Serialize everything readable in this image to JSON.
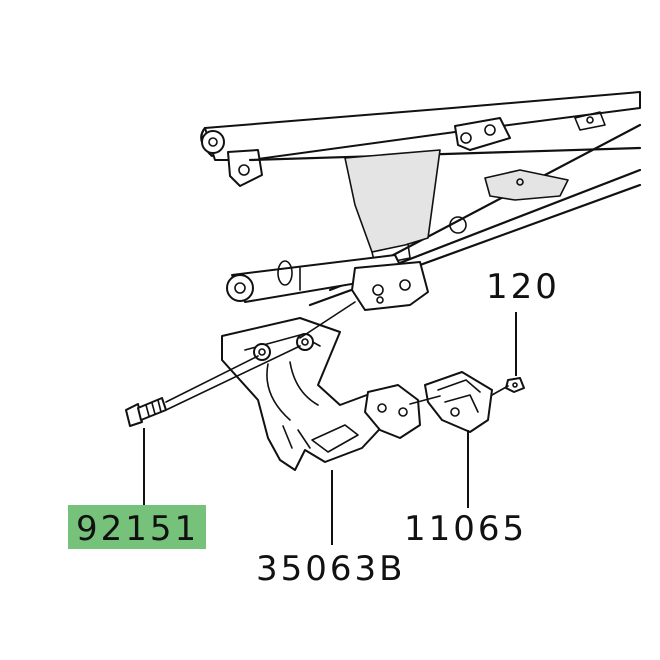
{
  "diagram": {
    "highlight_color": "#77c27b",
    "labels": {
      "part_120": "120",
      "part_92151": "92151",
      "part_11065": "11065",
      "part_35063B": "35063B"
    },
    "highlighted_part": "92151"
  }
}
